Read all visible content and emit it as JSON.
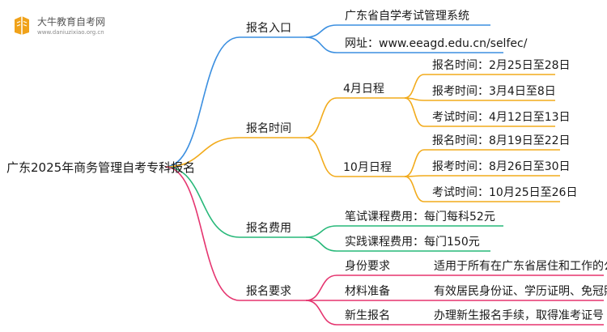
{
  "logo": {
    "name": "大牛教育自考网",
    "url": "www.daniuzixiao.org.cn"
  },
  "colors": {
    "entry": "#3b8fe0",
    "time": "#f2ab1c",
    "fee": "#27b879",
    "req": "#e5346f"
  },
  "root": "广东2025年商务管理自考专科报名",
  "branches": {
    "entry": {
      "label": "报名入口",
      "items": [
        "广东省自学考试管理系统",
        "网址：www.eeagd.edu.cn/selfec/"
      ]
    },
    "time": {
      "label": "报名时间",
      "groups": [
        {
          "label": "4月日程",
          "items": [
            "报名时间：2月25日至28日",
            "报考时间：3月4日至8日",
            "考试时间：4月12日至13日"
          ]
        },
        {
          "label": "10月日程",
          "items": [
            "报名时间：8月19日至22日",
            "报考时间：8月26日至30日",
            "考试时间：10月25日至26日"
          ]
        }
      ]
    },
    "fee": {
      "label": "报名费用",
      "items": [
        "笔试课程费用：每门每科52元",
        "实践课程费用：每门150元"
      ]
    },
    "req": {
      "label": "报名要求",
      "items": [
        {
          "name": "身份要求",
          "detail": "适用于所有在广东省居住和工作的公民"
        },
        {
          "name": "材料准备",
          "detail": "有效居民身份证、学历证明、免冠照片"
        },
        {
          "name": "新生报名",
          "detail": "办理新生报名手续，取得准考证号"
        }
      ]
    }
  }
}
